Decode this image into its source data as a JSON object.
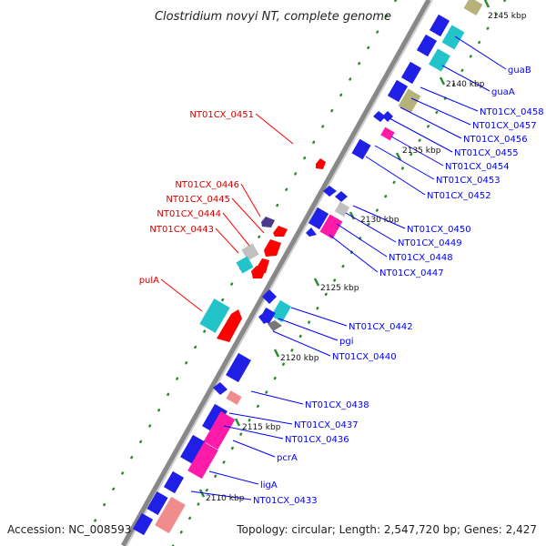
{
  "title": "Clostridium novyi NT, complete genome",
  "footer": {
    "accession": "Accession: NC_008593",
    "summary": "Topology: circular; Length: 2,547,720 bp; Genes: 2,427"
  },
  "colors": {
    "outer_label": "#0000ff",
    "inner_label": "#d00000",
    "leader_outer": "#0000ff",
    "leader_inner": "#ff0000",
    "tick": "#2e8b2e",
    "backbone": "#888888"
  },
  "ticks": [
    "2145 kbp",
    "2140 kbp",
    "2135 kbp",
    "2130 kbp",
    "2125 kbp",
    "2120 kbp",
    "2115 kbp",
    "2110 kbp"
  ],
  "outer_labels": [
    "guaB",
    "guaA",
    "NT01CX_0458",
    "NT01CX_0457",
    "NT01CX_0456",
    "NT01CX_0455",
    "NT01CX_0454",
    "NT01CX_0453",
    "NT01CX_0452",
    "NT01CX_0450",
    "NT01CX_0449",
    "NT01CX_0448",
    "NT01CX_0447",
    "NT01CX_0442",
    "pgi",
    "NT01CX_0440",
    "NT01CX_0438",
    "NT01CX_0437",
    "NT01CX_0436",
    "pcrA",
    "ligA",
    "NT01CX_0433"
  ],
  "inner_labels": [
    "NT01CX_0451",
    "NT01CX_0446",
    "NT01CX_0445",
    "NT01CX_0444",
    "NT01CX_0443",
    "pulA"
  ]
}
